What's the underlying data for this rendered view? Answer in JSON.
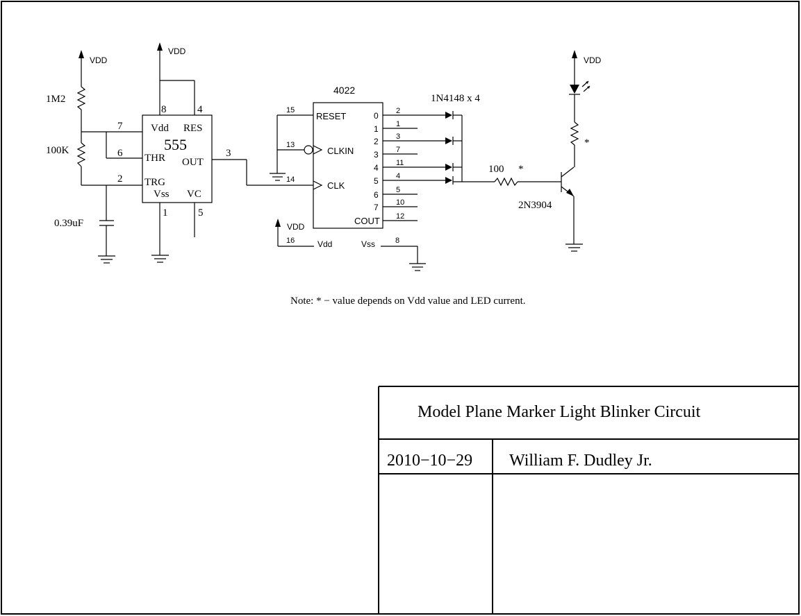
{
  "labels": {
    "vdd_left": "VDD",
    "vdd_555": "VDD",
    "vdd_led": "VDD",
    "vdd_4022": "VDD",
    "r1": "1M2",
    "r2": "100K",
    "cap": "0.39uF",
    "r_led_star": "*",
    "r_base": "100",
    "r_base_star": "*",
    "transistor": "2N3904",
    "diodes": "1N4148 x 4",
    "ic2": "4022"
  },
  "ic555": {
    "name": "555",
    "pin_vdd": "Vdd",
    "pin_res": "RES",
    "pin_thr": "THR",
    "pin_out": "OUT",
    "pin_trg": "TRG",
    "pin_vss": "Vss",
    "pin_vc": "VC",
    "num_8": "8",
    "num_4": "4",
    "num_7": "7",
    "num_6": "6",
    "num_2": "2",
    "num_3": "3",
    "num_1": "1",
    "num_5": "5"
  },
  "ic4022": {
    "reset": "RESET",
    "clkin": "CLKIN",
    "clk": "CLK",
    "cout": "COUT",
    "vdd": "Vdd",
    "vss": "Vss",
    "pin_15": "15",
    "pin_13": "13",
    "pin_14": "14",
    "pin_16": "16",
    "pin_8": "8",
    "outputs": [
      {
        "q": "0",
        "pin": "2"
      },
      {
        "q": "1",
        "pin": "1"
      },
      {
        "q": "2",
        "pin": "3"
      },
      {
        "q": "3",
        "pin": "7"
      },
      {
        "q": "4",
        "pin": "11"
      },
      {
        "q": "5",
        "pin": "4"
      },
      {
        "q": "6",
        "pin": "5"
      },
      {
        "q": "7",
        "pin": "10"
      },
      {
        "q": "COUT",
        "pin": "12"
      }
    ]
  },
  "note": "Note: * − value depends on Vdd value and LED current.",
  "title_block": {
    "title": "Model Plane Marker Light Blinker Circuit",
    "date": "2010−10−29",
    "author": "William F. Dudley Jr."
  }
}
